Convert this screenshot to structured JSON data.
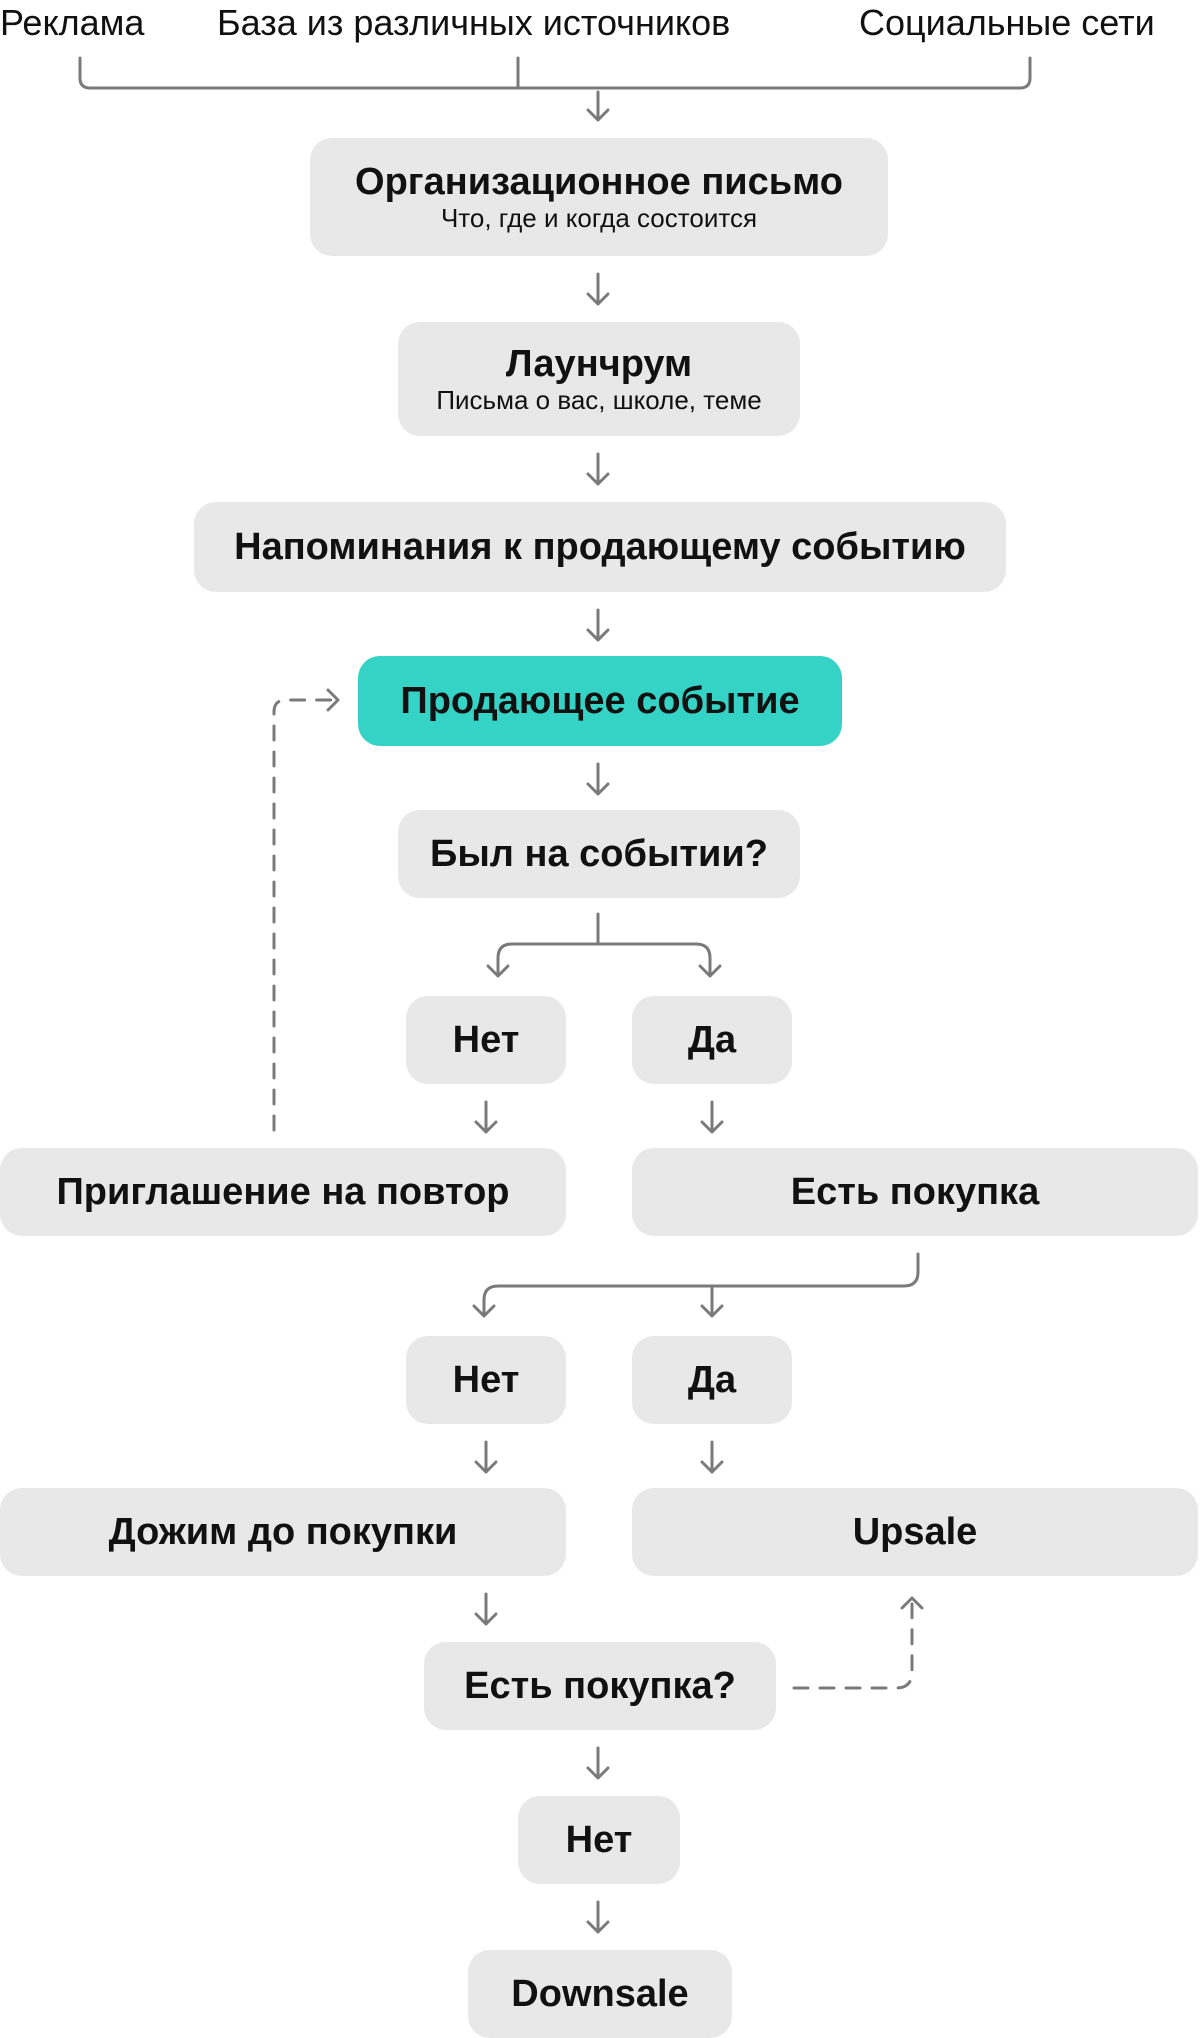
{
  "sources": [
    "Реклама",
    "База из различных источников",
    "Социальные сети"
  ],
  "nodes": {
    "org_letter": {
      "title": "Организационное письмо",
      "subtitle": "Что, где и когда состоится"
    },
    "launchroom": {
      "title": "Лаунчрум",
      "subtitle": "Письма о вас, школе, теме"
    },
    "reminders": {
      "title": "Напоминания к продающему событию"
    },
    "selling_event": {
      "title": "Продающее событие"
    },
    "attended_q": {
      "title": "Был на событии?"
    },
    "attended_no": {
      "title": "Нет"
    },
    "attended_yes": {
      "title": "Да"
    },
    "repeat_invite": {
      "title": "Приглашение на повтор"
    },
    "has_purchase": {
      "title": "Есть покупка"
    },
    "purchase_no": {
      "title": "Нет"
    },
    "purchase_yes": {
      "title": "Да"
    },
    "push_to_buy": {
      "title": "Дожим до покупки"
    },
    "upsale": {
      "title": "Upsale"
    },
    "has_purchase_q": {
      "title": "Есть покупка?"
    },
    "final_no": {
      "title": "Нет"
    },
    "downsale": {
      "title": "Downsale"
    }
  },
  "colors": {
    "node_bg": "#e8e8e8",
    "accent": "#35d3c5",
    "connector": "#7a7a7a",
    "text": "#111111"
  }
}
